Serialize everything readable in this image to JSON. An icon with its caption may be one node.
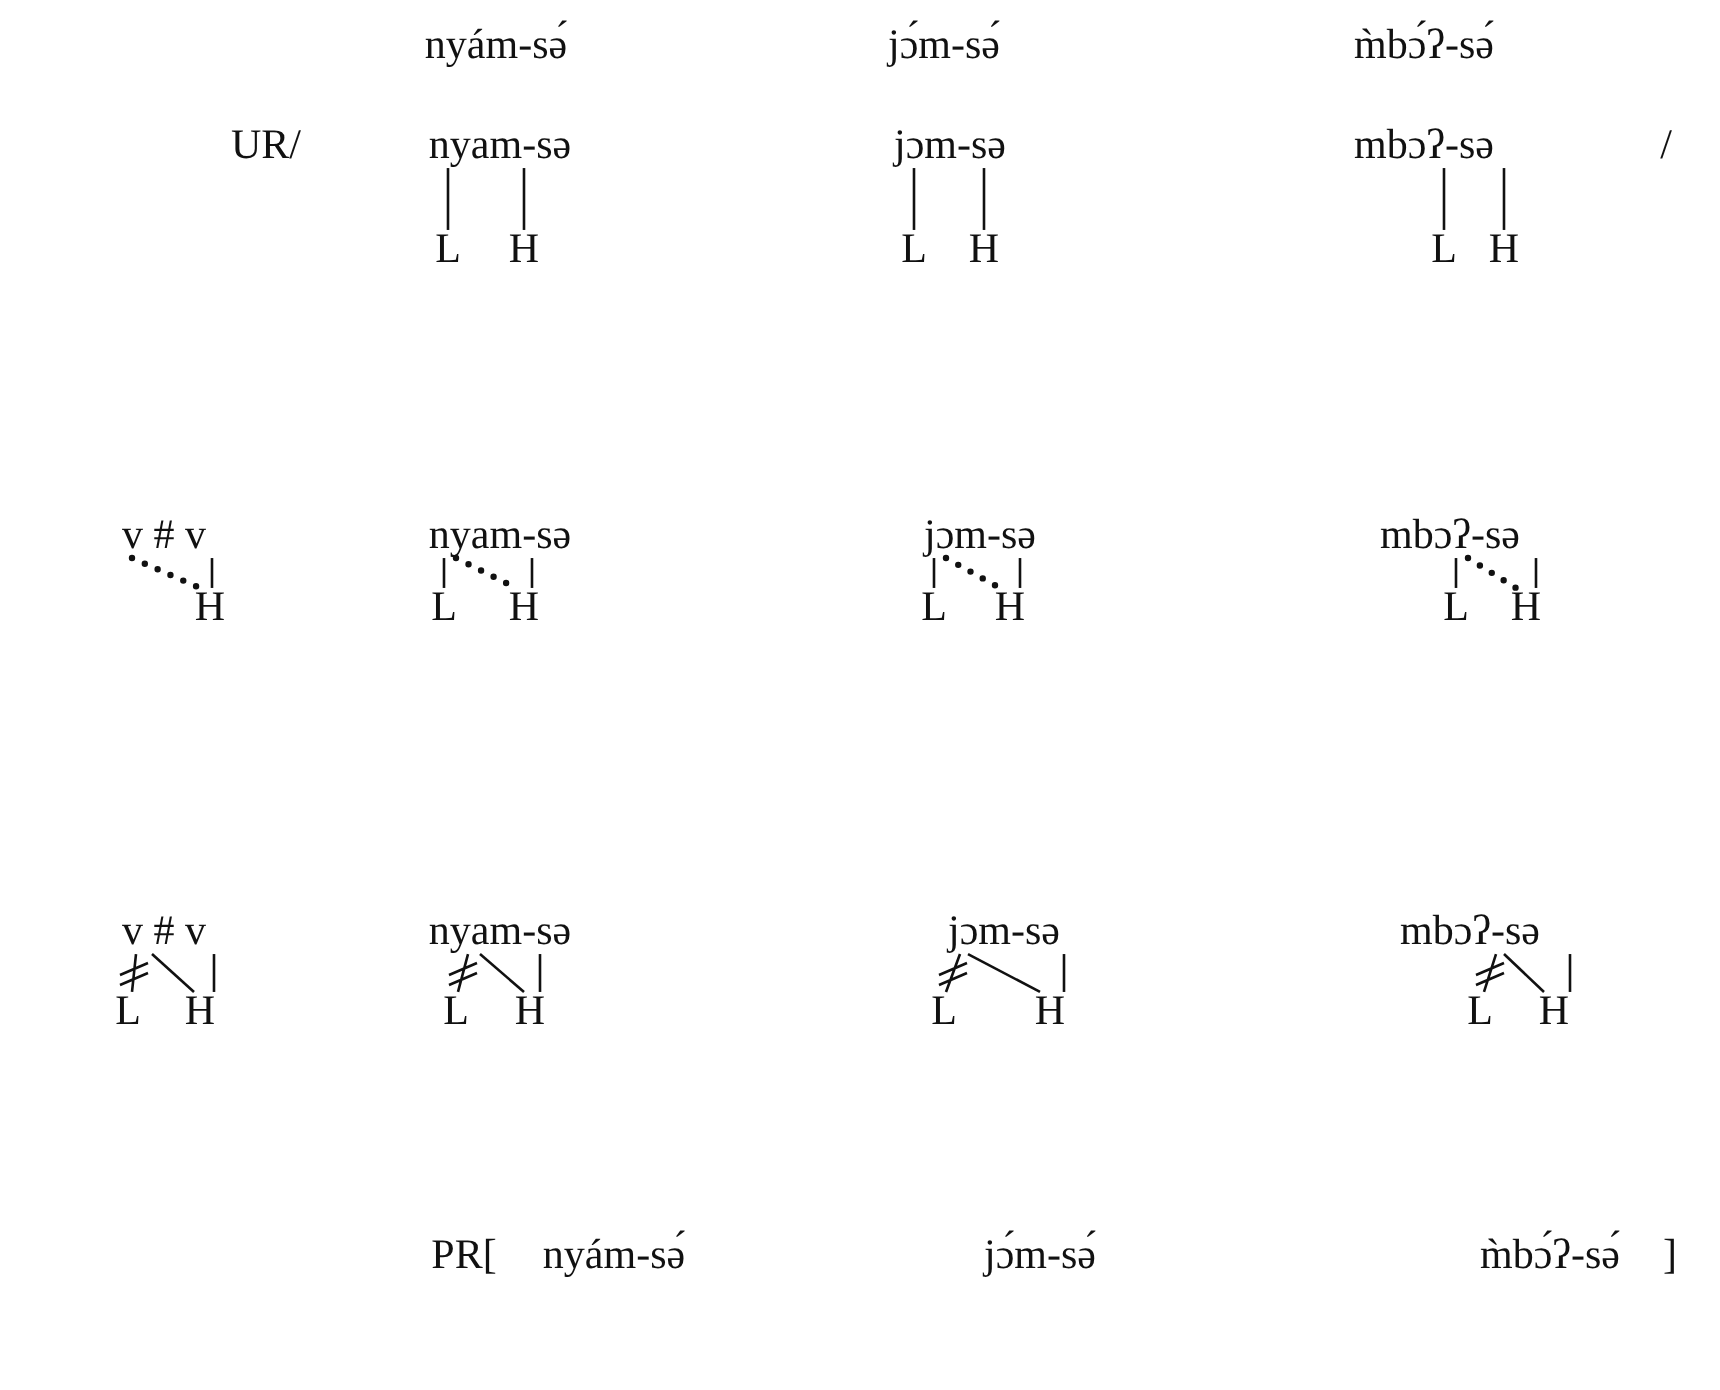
{
  "diagram": {
    "nodes": [
      {
        "text": [
          "nyam-sə"
        ]
      },
      {
        "text": [
          "L"
        ]
      },
      {
        "text": [
          "H"
        ]
      },
      {
        "text": [
          "jɔm-sə"
        ]
      },
      {
        "text": [
          "L"
        ]
      },
      {
        "text": [
          "H"
        ]
      },
      {
        "text": [
          "mbɔʔ-sə"
        ]
      },
      {
        "text": [
          "L"
        ]
      },
      {
        "text": [
          "H"
        ]
      },
      {
        "text": [
          "v # v"
        ]
      },
      {
        "text": [
          "H"
        ]
      },
      {
        "text": [
          "nyam-sə"
        ]
      },
      {
        "text": [
          "L"
        ]
      },
      {
        "text": [
          "H"
        ]
      },
      {
        "text": [
          "jɔm-sə"
        ]
      },
      {
        "text": [
          "L"
        ]
      },
      {
        "text": [
          "H"
        ]
      },
      {
        "text": [
          "mbɔʔ-sə"
        ]
      },
      {
        "text": [
          "L"
        ]
      },
      {
        "text": [
          "H"
        ]
      },
      {
        "text": [
          "v # v"
        ]
      },
      {
        "text": [
          "L"
        ]
      },
      {
        "text": [
          "H"
        ]
      },
      {
        "text": [
          "nyam-sə"
        ]
      },
      {
        "text": [
          "L"
        ]
      },
      {
        "text": [
          "H"
        ]
      },
      {
        "text": [
          "jɔm-sə"
        ]
      },
      {
        "text": [
          "L"
        ]
      },
      {
        "text": [
          "H"
        ]
      },
      {
        "text": [
          "mbɔʔ-sə"
        ]
      },
      {
        "text": [
          "L"
        ]
      },
      {
        "text": [
          "H"
        ]
      }
    ],
    "edges": [
      {
        "from": 0,
        "to": 1,
        "arrow": "none"
      },
      {
        "from": 0,
        "to": 2,
        "arrow": "none"
      },
      {
        "from": 3,
        "to": 4,
        "arrow": "none"
      },
      {
        "from": 3,
        "to": 5,
        "arrow": "none"
      },
      {
        "from": 6,
        "to": 7,
        "arrow": "none"
      },
      {
        "from": 6,
        "to": 8,
        "arrow": "none"
      },
      {
        "from": 9,
        "to": 10,
        "arrow": "none",
        "style": "dashed"
      },
      {
        "from": 9,
        "to": 10,
        "arrow": "none"
      },
      {
        "from": 11,
        "to": 12,
        "arrow": "none"
      },
      {
        "from": 11,
        "to": 13,
        "arrow": "none",
        "style": "dashed"
      },
      {
        "from": 11,
        "to": 13,
        "arrow": "none"
      },
      {
        "from": 14,
        "to": 15,
        "arrow": "none"
      },
      {
        "from": 14,
        "to": 16,
        "arrow": "none",
        "style": "dashed"
      },
      {
        "from": 14,
        "to": 16,
        "arrow": "none"
      },
      {
        "from": 17,
        "to": 18,
        "arrow": "none"
      },
      {
        "from": 17,
        "to": 19,
        "arrow": "none",
        "style": "dashed"
      },
      {
        "from": 17,
        "to": 19,
        "arrow": "none"
      },
      {
        "from": 20,
        "to": 21,
        "arrow": "none"
      },
      {
        "from": 20,
        "to": 22,
        "arrow": "none"
      },
      {
        "from": 20,
        "to": 22,
        "arrow": "none"
      },
      {
        "from": 23,
        "to": 24,
        "arrow": "none"
      },
      {
        "from": 23,
        "to": 25,
        "arrow": "none"
      },
      {
        "from": 23,
        "to": 25,
        "arrow": "none"
      },
      {
        "from": 26,
        "to": 27,
        "arrow": "none"
      },
      {
        "from": 26,
        "to": 28,
        "arrow": "none"
      },
      {
        "from": 26,
        "to": 28,
        "arrow": "none"
      },
      {
        "from": 29,
        "to": 30,
        "arrow": "none"
      },
      {
        "from": 29,
        "to": 31,
        "arrow": "none"
      },
      {
        "from": 29,
        "to": 31,
        "arrow": "none"
      }
    ],
    "labels": [
      "nyám-sə́",
      "jɔ́m-sə́",
      "m̀bɔ́ʔ-sə́",
      "UR/",
      "/",
      "PR[",
      "nyám-sə́",
      "jɔ́m-sə́",
      "m̀bɔ́ʔ-sə́",
      "]"
    ]
  }
}
